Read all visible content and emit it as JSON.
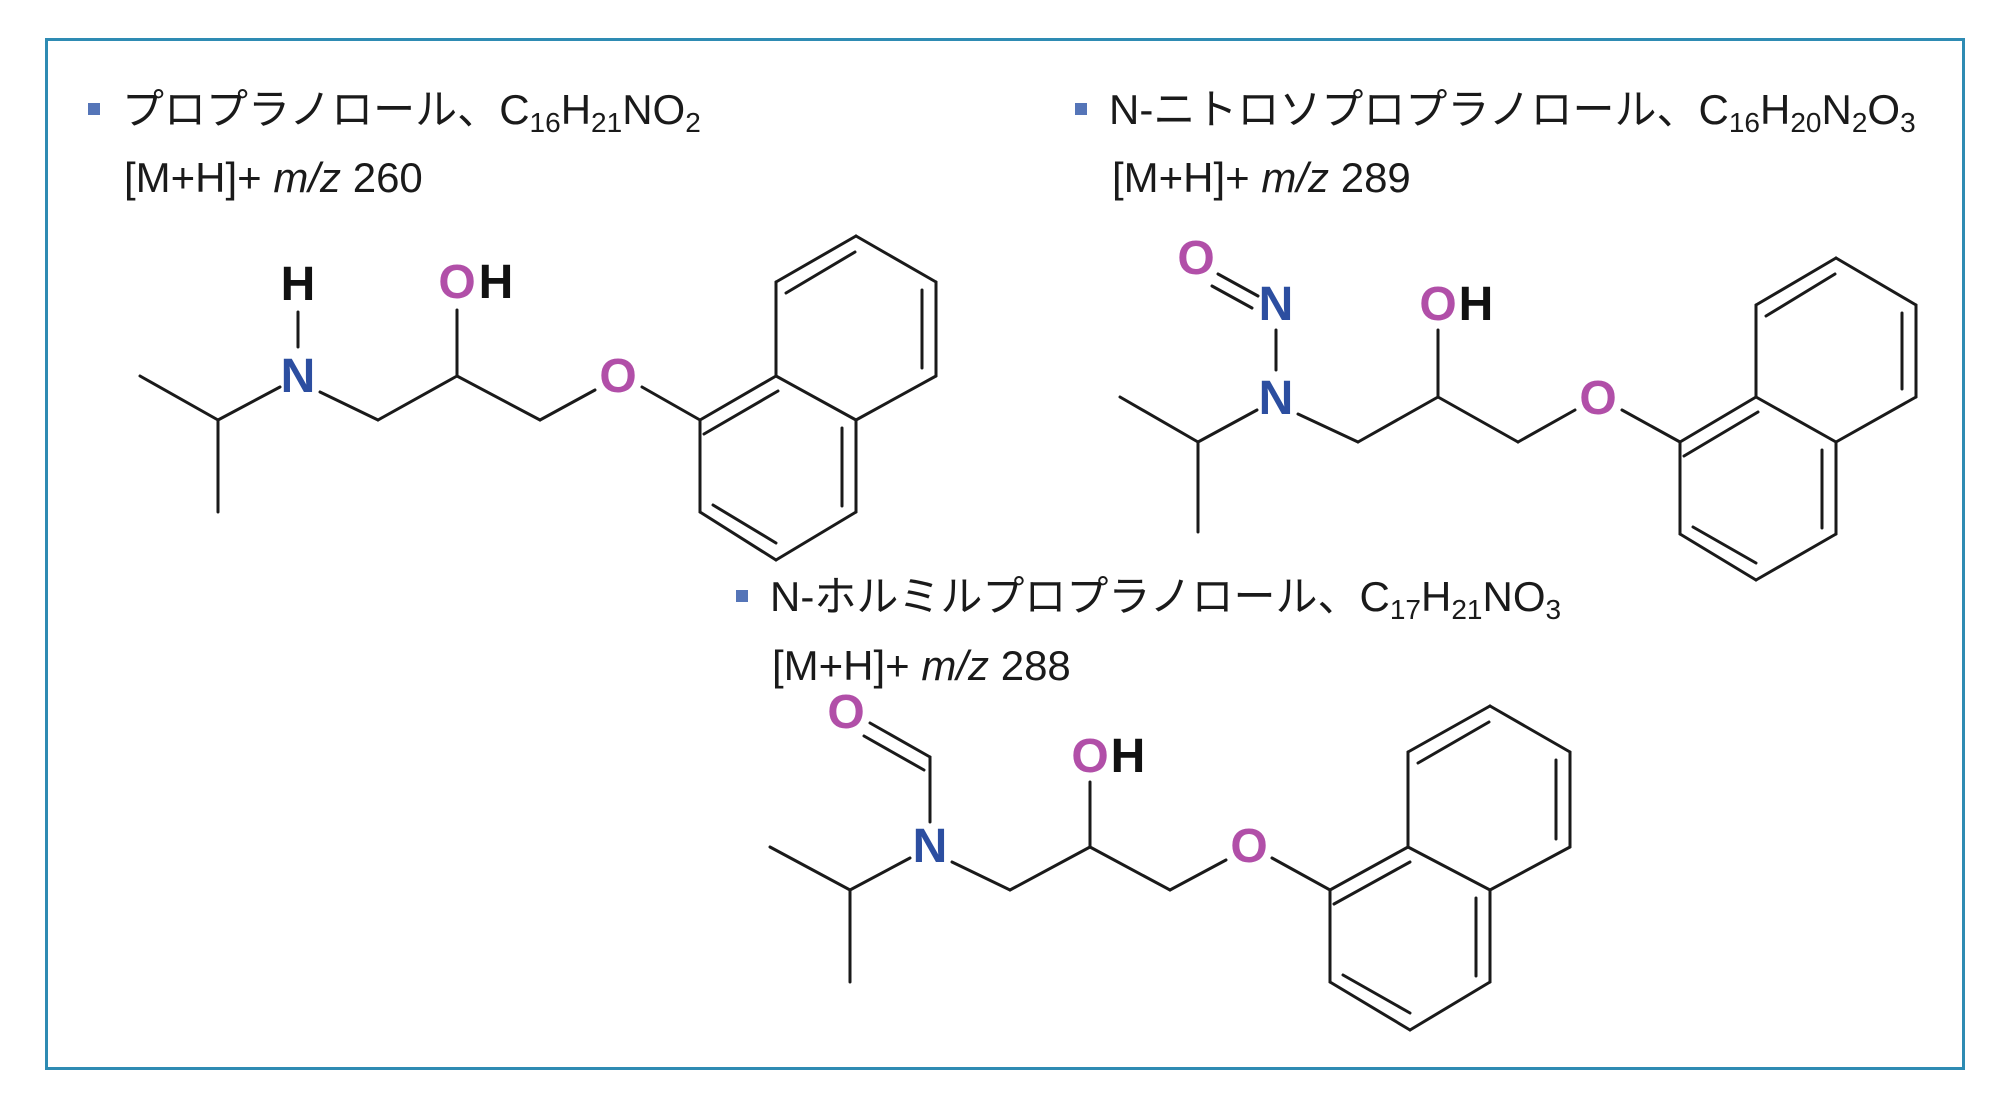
{
  "compounds": [
    {
      "name": "プロプラノロール",
      "formula": [
        {
          "t": "C"
        },
        {
          "t": "16",
          "sub": true
        },
        {
          "t": "H"
        },
        {
          "t": "21",
          "sub": true
        },
        {
          "t": "NO"
        },
        {
          "t": "2",
          "sub": true
        }
      ],
      "ion_prefix": "[M+H]+ ",
      "ion_mz_label": "m/z",
      "ion_value": "260",
      "atom_labels": {
        "n_h": "H",
        "n": "N",
        "oh_o": "O",
        "oh_h": "H",
        "ether_o": "O"
      }
    },
    {
      "name": "N-ニトロソプロプラノロール",
      "formula": [
        {
          "t": "C"
        },
        {
          "t": "16",
          "sub": true
        },
        {
          "t": "H"
        },
        {
          "t": "20",
          "sub": true
        },
        {
          "t": "N"
        },
        {
          "t": "2",
          "sub": true
        },
        {
          "t": "O"
        },
        {
          "t": "3",
          "sub": true
        }
      ],
      "ion_prefix": "[M+H]+ ",
      "ion_mz_label": "m/z",
      "ion_value": "289",
      "atom_labels": {
        "nitroso_o": "O",
        "nitroso_n": "N",
        "amine_n": "N",
        "oh_o": "O",
        "oh_h": "H",
        "ether_o": "O"
      }
    },
    {
      "name": "N-ホルミルプロプラノロール",
      "formula": [
        {
          "t": "C"
        },
        {
          "t": "17",
          "sub": true
        },
        {
          "t": "H"
        },
        {
          "t": "21",
          "sub": true
        },
        {
          "t": "NO"
        },
        {
          "t": "3",
          "sub": true
        }
      ],
      "ion_prefix": "[M+H]+ ",
      "ion_mz_label": "m/z",
      "ion_value": "288",
      "atom_labels": {
        "formyl_o": "O",
        "amine_n": "N",
        "oh_o": "O",
        "oh_h": "H",
        "ether_o": "O"
      }
    }
  ],
  "separator": "、",
  "colors": {
    "frame": "#2e8bb3",
    "bullet": "#5575b8",
    "nitrogen": "#2c4ea0",
    "oxygen": "#b14fa8",
    "bond": "#1a1a1a"
  }
}
